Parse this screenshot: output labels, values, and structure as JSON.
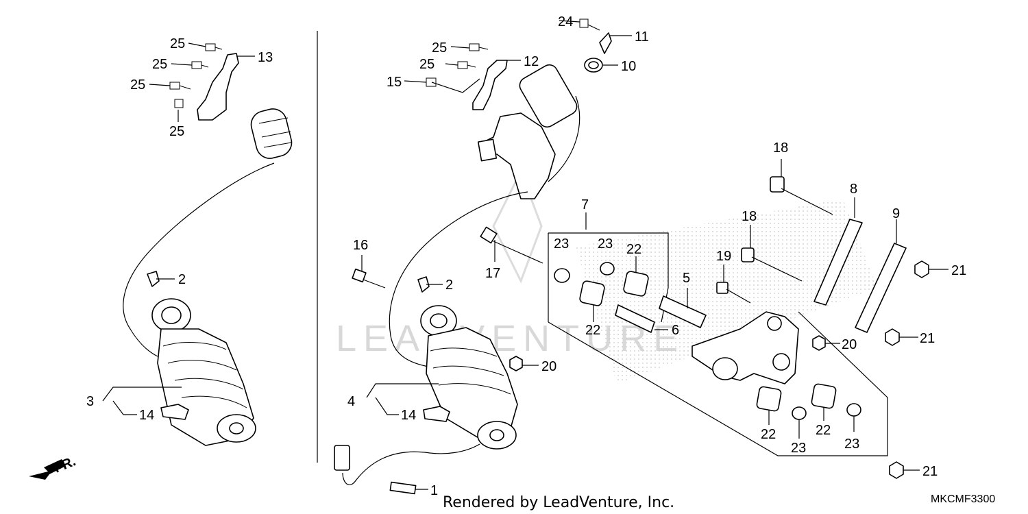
{
  "watermark": "LEADVENTURE",
  "credit": "Rendered by LeadVenture, Inc.",
  "diagram_code": "MKCMF3300",
  "front_marker": "FR.",
  "callouts": {
    "c1": "1",
    "c2a": "2",
    "c2b": "2",
    "c3": "3",
    "c4": "4",
    "c5": "5",
    "c6": "6",
    "c7": "7",
    "c8": "8",
    "c9": "9",
    "c10": "10",
    "c11": "11",
    "c12": "12",
    "c13": "13",
    "c14a": "14",
    "c14b": "14",
    "c15": "15",
    "c16": "16",
    "c17": "17",
    "c18a": "18",
    "c18b": "18",
    "c19": "19",
    "c20a": "20",
    "c20b": "20",
    "c21a": "21",
    "c21b": "21",
    "c21c": "21",
    "c22a": "22",
    "c22b": "22",
    "c22c": "22",
    "c22d": "22",
    "c23a": "23",
    "c23b": "23",
    "c23c": "23",
    "c23d": "23",
    "c24": "24",
    "c25a": "25",
    "c25b": "25",
    "c25c": "25",
    "c25d": "25",
    "c25e": "25",
    "c25f": "25"
  }
}
